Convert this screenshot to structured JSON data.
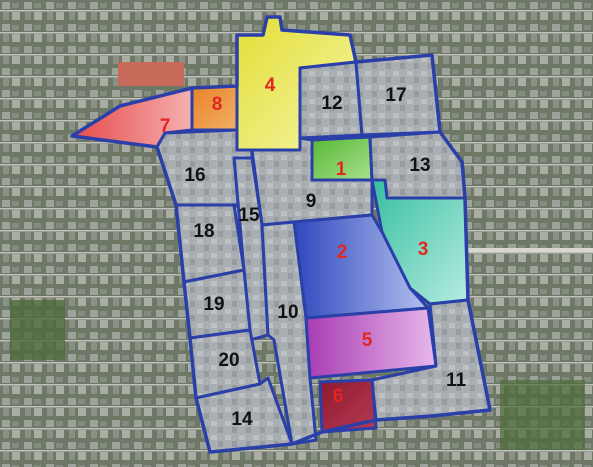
{
  "map": {
    "colors": {
      "boundary": "#2a3fa8",
      "label_highlight": "#e3261f",
      "label_default": "#111111",
      "zone_grey": "#a7acb0"
    },
    "zones": [
      {
        "id": "zone-1",
        "label": "1",
        "color": "#5fbf3a",
        "highlighted": true
      },
      {
        "id": "zone-2",
        "label": "2",
        "color": "#3a55c8",
        "highlighted": true
      },
      {
        "id": "zone-3",
        "label": "3",
        "color": "#3fc6a8",
        "highlighted": true
      },
      {
        "id": "zone-4",
        "label": "4",
        "color": "#e8e43a",
        "highlighted": true
      },
      {
        "id": "zone-5",
        "label": "5",
        "color": "#b048b8",
        "highlighted": true
      },
      {
        "id": "zone-6",
        "label": "6",
        "color": "#9a1f33",
        "highlighted": true
      },
      {
        "id": "zone-7",
        "label": "7",
        "color": "#ea5a5a",
        "highlighted": true
      },
      {
        "id": "zone-8",
        "label": "8",
        "color": "#e6842a",
        "highlighted": true
      },
      {
        "id": "zone-9",
        "label": "9",
        "highlighted": false
      },
      {
        "id": "zone-10",
        "label": "10",
        "highlighted": false
      },
      {
        "id": "zone-11",
        "label": "11",
        "highlighted": false
      },
      {
        "id": "zone-12",
        "label": "12",
        "highlighted": false
      },
      {
        "id": "zone-13",
        "label": "13",
        "highlighted": false
      },
      {
        "id": "zone-14",
        "label": "14",
        "highlighted": false
      },
      {
        "id": "zone-15",
        "label": "15",
        "highlighted": false
      },
      {
        "id": "zone-16",
        "label": "16",
        "highlighted": false
      },
      {
        "id": "zone-17",
        "label": "17",
        "highlighted": false
      },
      {
        "id": "zone-18",
        "label": "18",
        "highlighted": false
      },
      {
        "id": "zone-19",
        "label": "19",
        "highlighted": false
      },
      {
        "id": "zone-20",
        "label": "20",
        "highlighted": false
      }
    ]
  }
}
